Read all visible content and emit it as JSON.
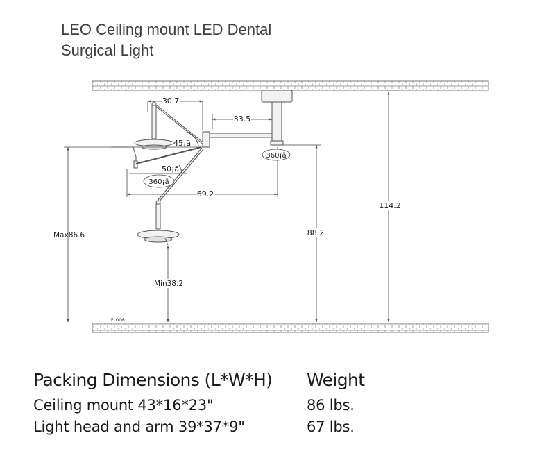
{
  "title": {
    "line1": "LEO Ceiling mount LED Dental",
    "line2": "Surgical Light"
  },
  "dimensions": {
    "d_30_7": "30.7",
    "d_33_5": "33.5",
    "angle_45": "45¡ã",
    "rotate_360_right": "360¡ã",
    "angle_50": "50¡ã",
    "rotate_360_left": "360¡ã",
    "d_69_2": "69.2",
    "d_114_2": "114.2",
    "d_max": "Max86.6",
    "d_88_2": "88.2",
    "d_min": "Min38.2",
    "floor": "FLOOR"
  },
  "specs": {
    "packing_header": "Packing Dimensions (L*W*H)",
    "weight_header": "Weight",
    "rows": [
      {
        "label": "Ceiling mount 43*16*23\"",
        "weight": "86 lbs."
      },
      {
        "label": "Light head and arm 39*37*9\"",
        "weight": "67 lbs."
      }
    ]
  },
  "colors": {
    "line": "#555555",
    "text": "#1b1b1b",
    "title": "#3f3f3f"
  }
}
